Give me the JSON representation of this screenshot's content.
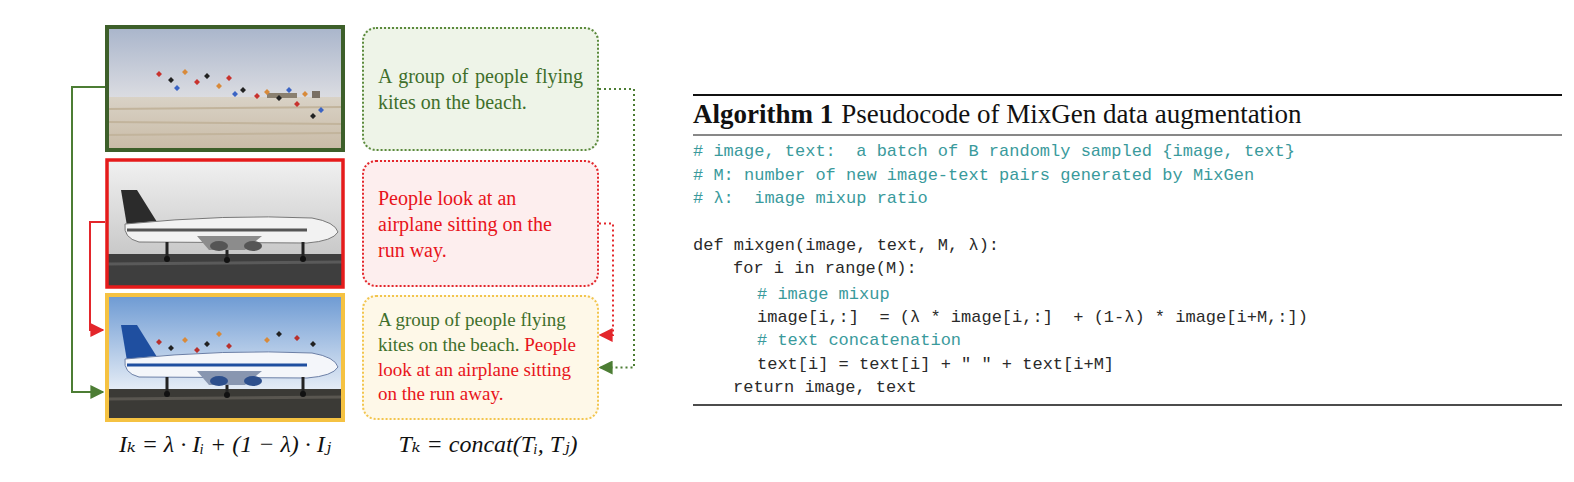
{
  "diagram": {
    "nodes": [
      {
        "text": [
          "A group of people flying kites on the beach."
        ]
      },
      {
        "text": [
          "People look at an airplane sitting on the run way."
        ]
      },
      {
        "text": [
          "A group of people flying kites on the beach.",
          "People look at an airplane sitting on the run away."
        ]
      }
    ],
    "edges": [
      {
        "from": 0,
        "to": 2,
        "arrow": "to"
      },
      {
        "from": 1,
        "to": 2,
        "arrow": "to"
      }
    ],
    "labels": [
      "Iₖ = λ · Iᵢ + (1 − λ) · Iⱼ",
      "Tₖ = concat(Tᵢ, Tⱼ)",
      "Algorithm 1",
      "Pseudocode of MixGen data augmentation",
      "# image, text:  a batch of B randomly sampled {image, text}",
      "# M: number of new image-text pairs generated by MixGen",
      "# λ:  image mixup ratio",
      "def mixgen(image, text, M, λ):",
      "for i in range(M):",
      "# image mixup",
      "image[i,:]  = (λ * image[i,:]  + (1-λ) * image[i+M,:])",
      "# text concatenation",
      "text[i] = text[i] + \" \" + text[i+M]",
      "return image, text"
    ]
  }
}
